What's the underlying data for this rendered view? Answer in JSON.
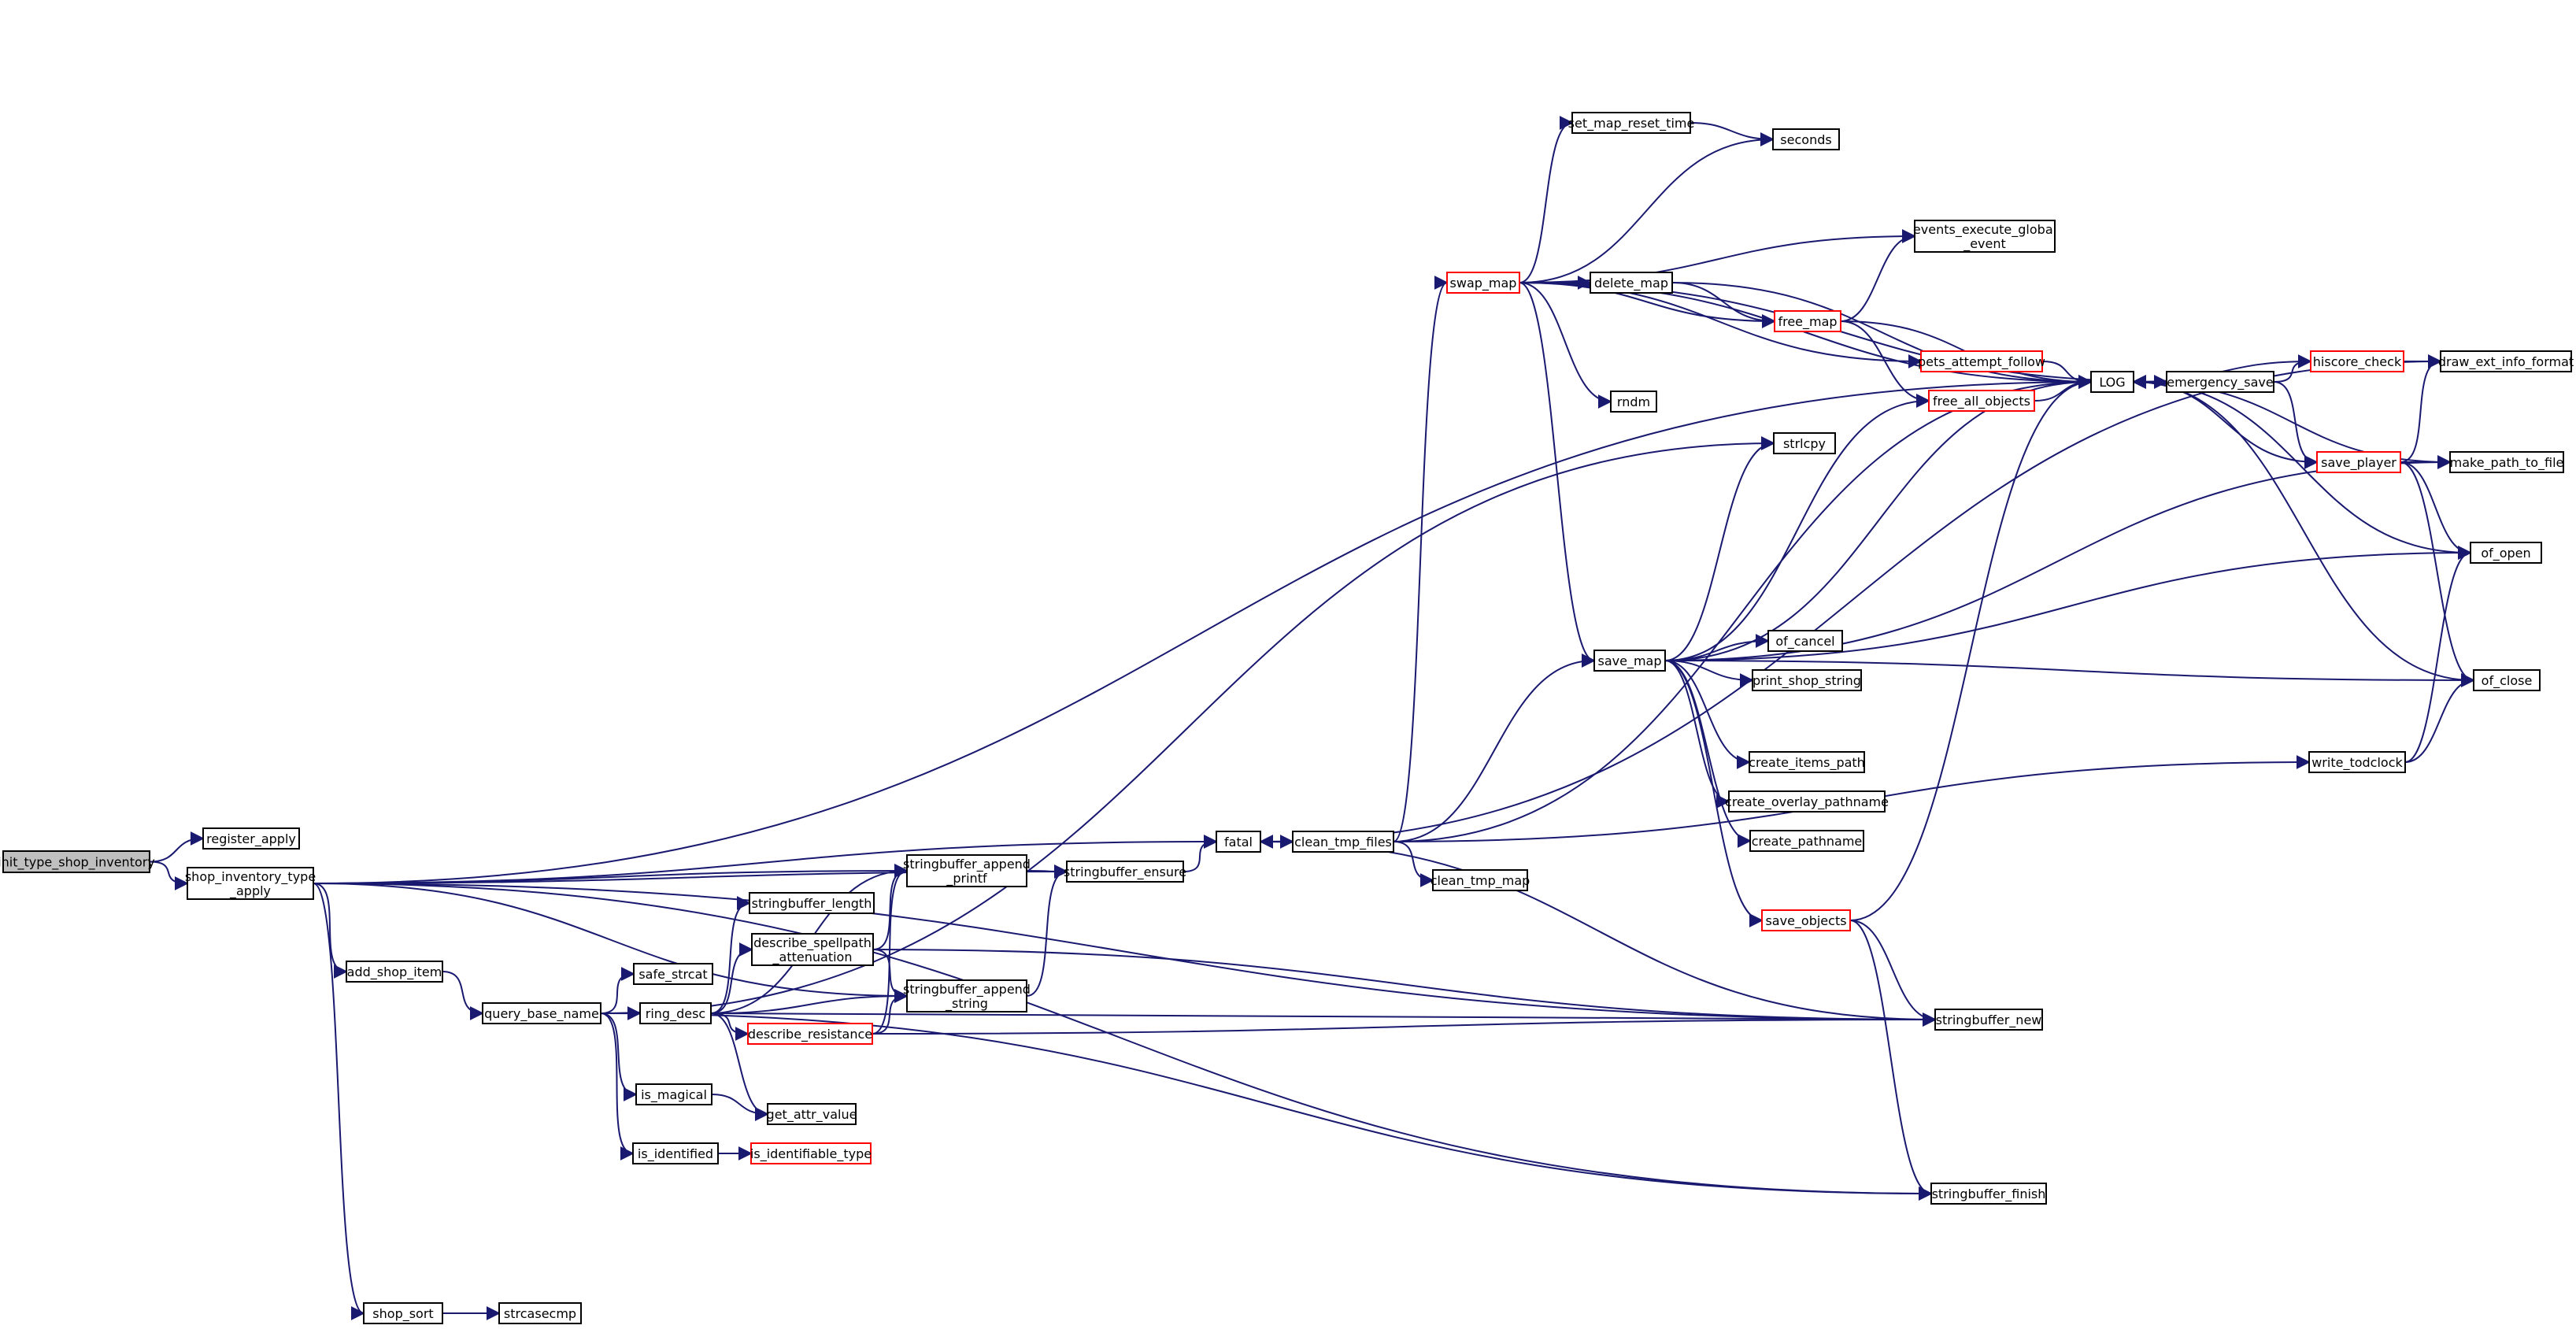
{
  "colors": {
    "edge": "#191970",
    "node_border": "#000000",
    "truncated_border": "#ff0000",
    "root_fill": "#bfbfbf"
  },
  "nodes": {
    "init_type_shop_inventory": "init_type_shop_inventory",
    "register_apply": "register_apply",
    "shop_inventory_type_apply": [
      "shop_inventory_type",
      "_apply"
    ],
    "add_shop_item": "add_shop_item",
    "shop_sort": "shop_sort",
    "strcasecmp": "strcasecmp",
    "query_base_name": "query_base_name",
    "safe_strcat": "safe_strcat",
    "ring_desc": "ring_desc",
    "is_magical": "is_magical",
    "is_identified": "is_identified",
    "is_identifiable_type": "is_identifiable_type",
    "get_attr_value": "get_attr_value",
    "stringbuffer_length": "stringbuffer_length",
    "describe_spellpath_attenuation": [
      "describe_spellpath",
      "_attenuation"
    ],
    "describe_resistance": "describe_resistance",
    "stringbuffer_append_printf": [
      "stringbuffer_append",
      "_printf"
    ],
    "stringbuffer_append_string": [
      "stringbuffer_append",
      "_string"
    ],
    "stringbuffer_ensure": "stringbuffer_ensure",
    "fatal": "fatal",
    "clean_tmp_files": "clean_tmp_files",
    "clean_tmp_map": "clean_tmp_map",
    "swap_map": "swap_map",
    "set_map_reset_time": "set_map_reset_time",
    "seconds": "seconds",
    "delete_map": "delete_map",
    "rndm": "rndm",
    "free_map": "free_map",
    "pets_attempt_follow": "pets_attempt_follow",
    "free_all_objects": "free_all_objects",
    "events_execute_global_event": [
      "events_execute_global",
      "_event"
    ],
    "LOG": "LOG",
    "emergency_save": "emergency_save",
    "hiscore_check": "hiscore_check",
    "draw_ext_info_format": "draw_ext_info_format",
    "save_player": "save_player",
    "make_path_to_file": "make_path_to_file",
    "of_open": "of_open",
    "of_close": "of_close",
    "write_todclock": "write_todclock",
    "strlcpy": "strlcpy",
    "save_map": "save_map",
    "of_cancel": "of_cancel",
    "print_shop_string": "print_shop_string",
    "create_items_path": "create_items_path",
    "create_overlay_pathname": "create_overlay_pathname",
    "create_pathname": "create_pathname",
    "save_objects": "save_objects",
    "stringbuffer_new": "stringbuffer_new",
    "stringbuffer_finish": "stringbuffer_finish"
  },
  "edges": [
    [
      "init_type_shop_inventory",
      "register_apply"
    ],
    [
      "init_type_shop_inventory",
      "shop_inventory_type_apply"
    ],
    [
      "shop_inventory_type_apply",
      "LOG"
    ],
    [
      "shop_inventory_type_apply",
      "fatal"
    ],
    [
      "shop_inventory_type_apply",
      "stringbuffer_append_printf"
    ],
    [
      "shop_inventory_type_apply",
      "stringbuffer_ensure"
    ],
    [
      "shop_inventory_type_apply",
      "stringbuffer_append_string"
    ],
    [
      "shop_inventory_type_apply",
      "add_shop_item"
    ],
    [
      "shop_inventory_type_apply",
      "stringbuffer_new"
    ],
    [
      "shop_inventory_type_apply",
      "stringbuffer_finish"
    ],
    [
      "shop_inventory_type_apply",
      "shop_sort"
    ],
    [
      "add_shop_item",
      "query_base_name"
    ],
    [
      "shop_sort",
      "strcasecmp"
    ],
    [
      "query_base_name",
      "strlcpy"
    ],
    [
      "query_base_name",
      "safe_strcat"
    ],
    [
      "query_base_name",
      "ring_desc"
    ],
    [
      "query_base_name",
      "is_magical"
    ],
    [
      "query_base_name",
      "is_identified"
    ],
    [
      "query_base_name",
      "stringbuffer_finish"
    ],
    [
      "ring_desc",
      "stringbuffer_append_printf"
    ],
    [
      "ring_desc",
      "stringbuffer_length"
    ],
    [
      "ring_desc",
      "describe_spellpath_attenuation"
    ],
    [
      "ring_desc",
      "stringbuffer_append_string"
    ],
    [
      "ring_desc",
      "describe_resistance"
    ],
    [
      "ring_desc",
      "get_attr_value"
    ],
    [
      "ring_desc",
      "stringbuffer_new"
    ],
    [
      "is_magical",
      "get_attr_value"
    ],
    [
      "is_identified",
      "is_identifiable_type"
    ],
    [
      "describe_spellpath_attenuation",
      "stringbuffer_append_printf"
    ],
    [
      "describe_spellpath_attenuation",
      "stringbuffer_append_string"
    ],
    [
      "describe_spellpath_attenuation",
      "stringbuffer_new"
    ],
    [
      "describe_resistance",
      "stringbuffer_append_printf"
    ],
    [
      "describe_resistance",
      "stringbuffer_append_string"
    ],
    [
      "describe_resistance",
      "stringbuffer_new"
    ],
    [
      "stringbuffer_append_printf",
      "stringbuffer_ensure"
    ],
    [
      "stringbuffer_append_string",
      "stringbuffer_ensure"
    ],
    [
      "stringbuffer_ensure",
      "fatal"
    ],
    [
      "stringbuffer_new",
      "fatal"
    ],
    [
      "fatal",
      "clean_tmp_files"
    ],
    [
      "fatal",
      "draw_ext_info_format"
    ],
    [
      "clean_tmp_files",
      "swap_map"
    ],
    [
      "clean_tmp_files",
      "clean_tmp_map"
    ],
    [
      "clean_tmp_files",
      "save_map"
    ],
    [
      "clean_tmp_files",
      "LOG"
    ],
    [
      "clean_tmp_files",
      "write_todclock"
    ],
    [
      "swap_map",
      "set_map_reset_time"
    ],
    [
      "swap_map",
      "seconds"
    ],
    [
      "swap_map",
      "emergency_save"
    ],
    [
      "swap_map",
      "LOG"
    ],
    [
      "swap_map",
      "events_execute_global_event"
    ],
    [
      "swap_map",
      "delete_map"
    ],
    [
      "swap_map",
      "free_map"
    ],
    [
      "swap_map",
      "pets_attempt_follow"
    ],
    [
      "swap_map",
      "rndm"
    ],
    [
      "swap_map",
      "save_map"
    ],
    [
      "set_map_reset_time",
      "seconds"
    ],
    [
      "delete_map",
      "free_map"
    ],
    [
      "delete_map",
      "LOG"
    ],
    [
      "free_map",
      "events_execute_global_event"
    ],
    [
      "free_map",
      "LOG"
    ],
    [
      "free_map",
      "free_all_objects"
    ],
    [
      "pets_attempt_follow",
      "LOG"
    ],
    [
      "free_all_objects",
      "LOG"
    ],
    [
      "LOG",
      "emergency_save"
    ],
    [
      "emergency_save",
      "hiscore_check"
    ],
    [
      "emergency_save",
      "save_player"
    ],
    [
      "hiscore_check",
      "LOG"
    ],
    [
      "hiscore_check",
      "draw_ext_info_format"
    ],
    [
      "save_player",
      "LOG"
    ],
    [
      "save_player",
      "draw_ext_info_format"
    ],
    [
      "save_player",
      "make_path_to_file"
    ],
    [
      "save_player",
      "of_open"
    ],
    [
      "save_player",
      "of_close"
    ],
    [
      "make_path_to_file",
      "LOG"
    ],
    [
      "of_open",
      "LOG"
    ],
    [
      "of_close",
      "LOG"
    ],
    [
      "write_todclock",
      "of_open"
    ],
    [
      "write_todclock",
      "of_close"
    ],
    [
      "save_map",
      "strlcpy"
    ],
    [
      "save_map",
      "free_all_objects"
    ],
    [
      "save_map",
      "LOG"
    ],
    [
      "save_map",
      "make_path_to_file"
    ],
    [
      "save_map",
      "of_open"
    ],
    [
      "save_map",
      "of_cancel"
    ],
    [
      "save_map",
      "print_shop_string"
    ],
    [
      "save_map",
      "of_close"
    ],
    [
      "save_map",
      "create_items_path"
    ],
    [
      "save_map",
      "create_overlay_pathname"
    ],
    [
      "save_map",
      "create_pathname"
    ],
    [
      "save_map",
      "save_objects"
    ],
    [
      "save_objects",
      "LOG"
    ],
    [
      "save_objects",
      "stringbuffer_new"
    ],
    [
      "save_objects",
      "stringbuffer_finish"
    ]
  ]
}
